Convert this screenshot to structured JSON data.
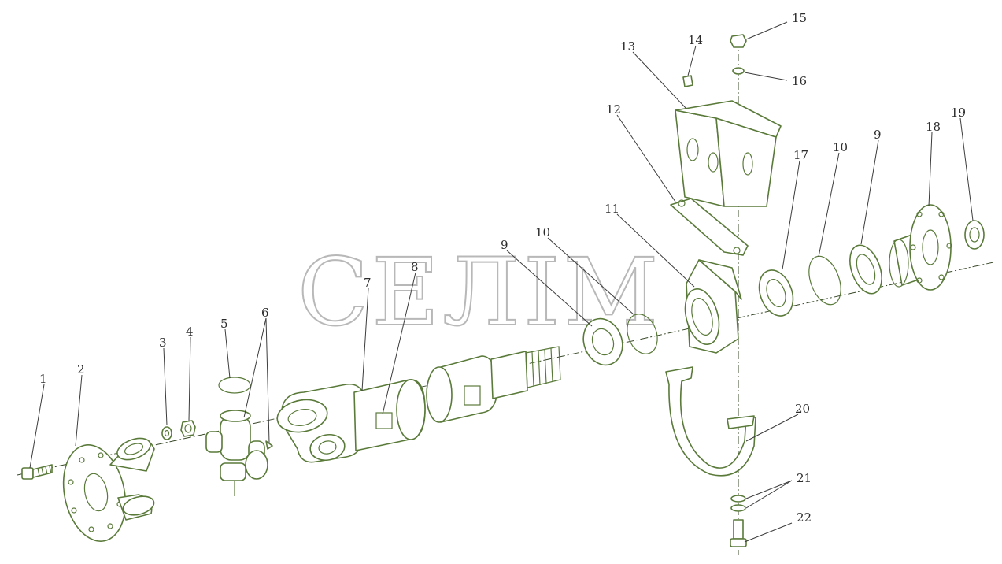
{
  "watermark": "СЕЛІМ",
  "callouts": [
    {
      "id": "1",
      "text": "1"
    },
    {
      "id": "2",
      "text": "2"
    },
    {
      "id": "3",
      "text": "3"
    },
    {
      "id": "4",
      "text": "4"
    },
    {
      "id": "5",
      "text": "5"
    },
    {
      "id": "6",
      "text": "6"
    },
    {
      "id": "7",
      "text": "7"
    },
    {
      "id": "8",
      "text": "8"
    },
    {
      "id": "9a",
      "text": "9"
    },
    {
      "id": "10a",
      "text": "10"
    },
    {
      "id": "11",
      "text": "11"
    },
    {
      "id": "12",
      "text": "12"
    },
    {
      "id": "13",
      "text": "13"
    },
    {
      "id": "14",
      "text": "14"
    },
    {
      "id": "15",
      "text": "15"
    },
    {
      "id": "16",
      "text": "16"
    },
    {
      "id": "17",
      "text": "17"
    },
    {
      "id": "10b",
      "text": "10"
    },
    {
      "id": "9b",
      "text": "9"
    },
    {
      "id": "18",
      "text": "18"
    },
    {
      "id": "19",
      "text": "19"
    },
    {
      "id": "20",
      "text": "20"
    },
    {
      "id": "21",
      "text": "21"
    },
    {
      "id": "22",
      "text": "22"
    }
  ],
  "colors": {
    "line": "#5a7a3a",
    "text": "#2c2c2c",
    "watermark": "#b8b8b8"
  }
}
